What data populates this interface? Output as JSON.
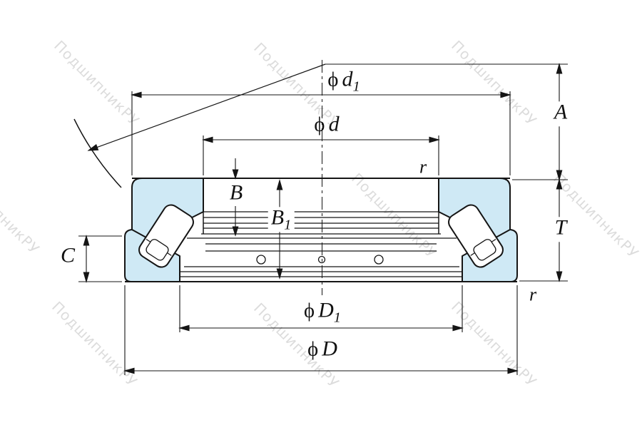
{
  "watermark": {
    "text": "ПодшипникРУ"
  },
  "colors": {
    "washer_fill": "#cfe9f5",
    "line": "#151515",
    "watermark": "#c6c6c6"
  },
  "labels": {
    "d1": {
      "phi": "ϕ",
      "letter": "d",
      "sub": "1"
    },
    "d": {
      "phi": "ϕ",
      "letter": "d"
    },
    "A": {
      "letter": "A"
    },
    "T": {
      "letter": "T"
    },
    "r_top": {
      "letter": "r"
    },
    "r_bottom": {
      "letter": "r"
    },
    "B": {
      "letter": "B"
    },
    "B1": {
      "letter": "B",
      "sub": "1"
    },
    "C": {
      "letter": "C"
    },
    "D1": {
      "phi": "ϕ",
      "letter": "D",
      "sub": "1"
    },
    "D": {
      "phi": "ϕ",
      "letter": "D"
    }
  }
}
